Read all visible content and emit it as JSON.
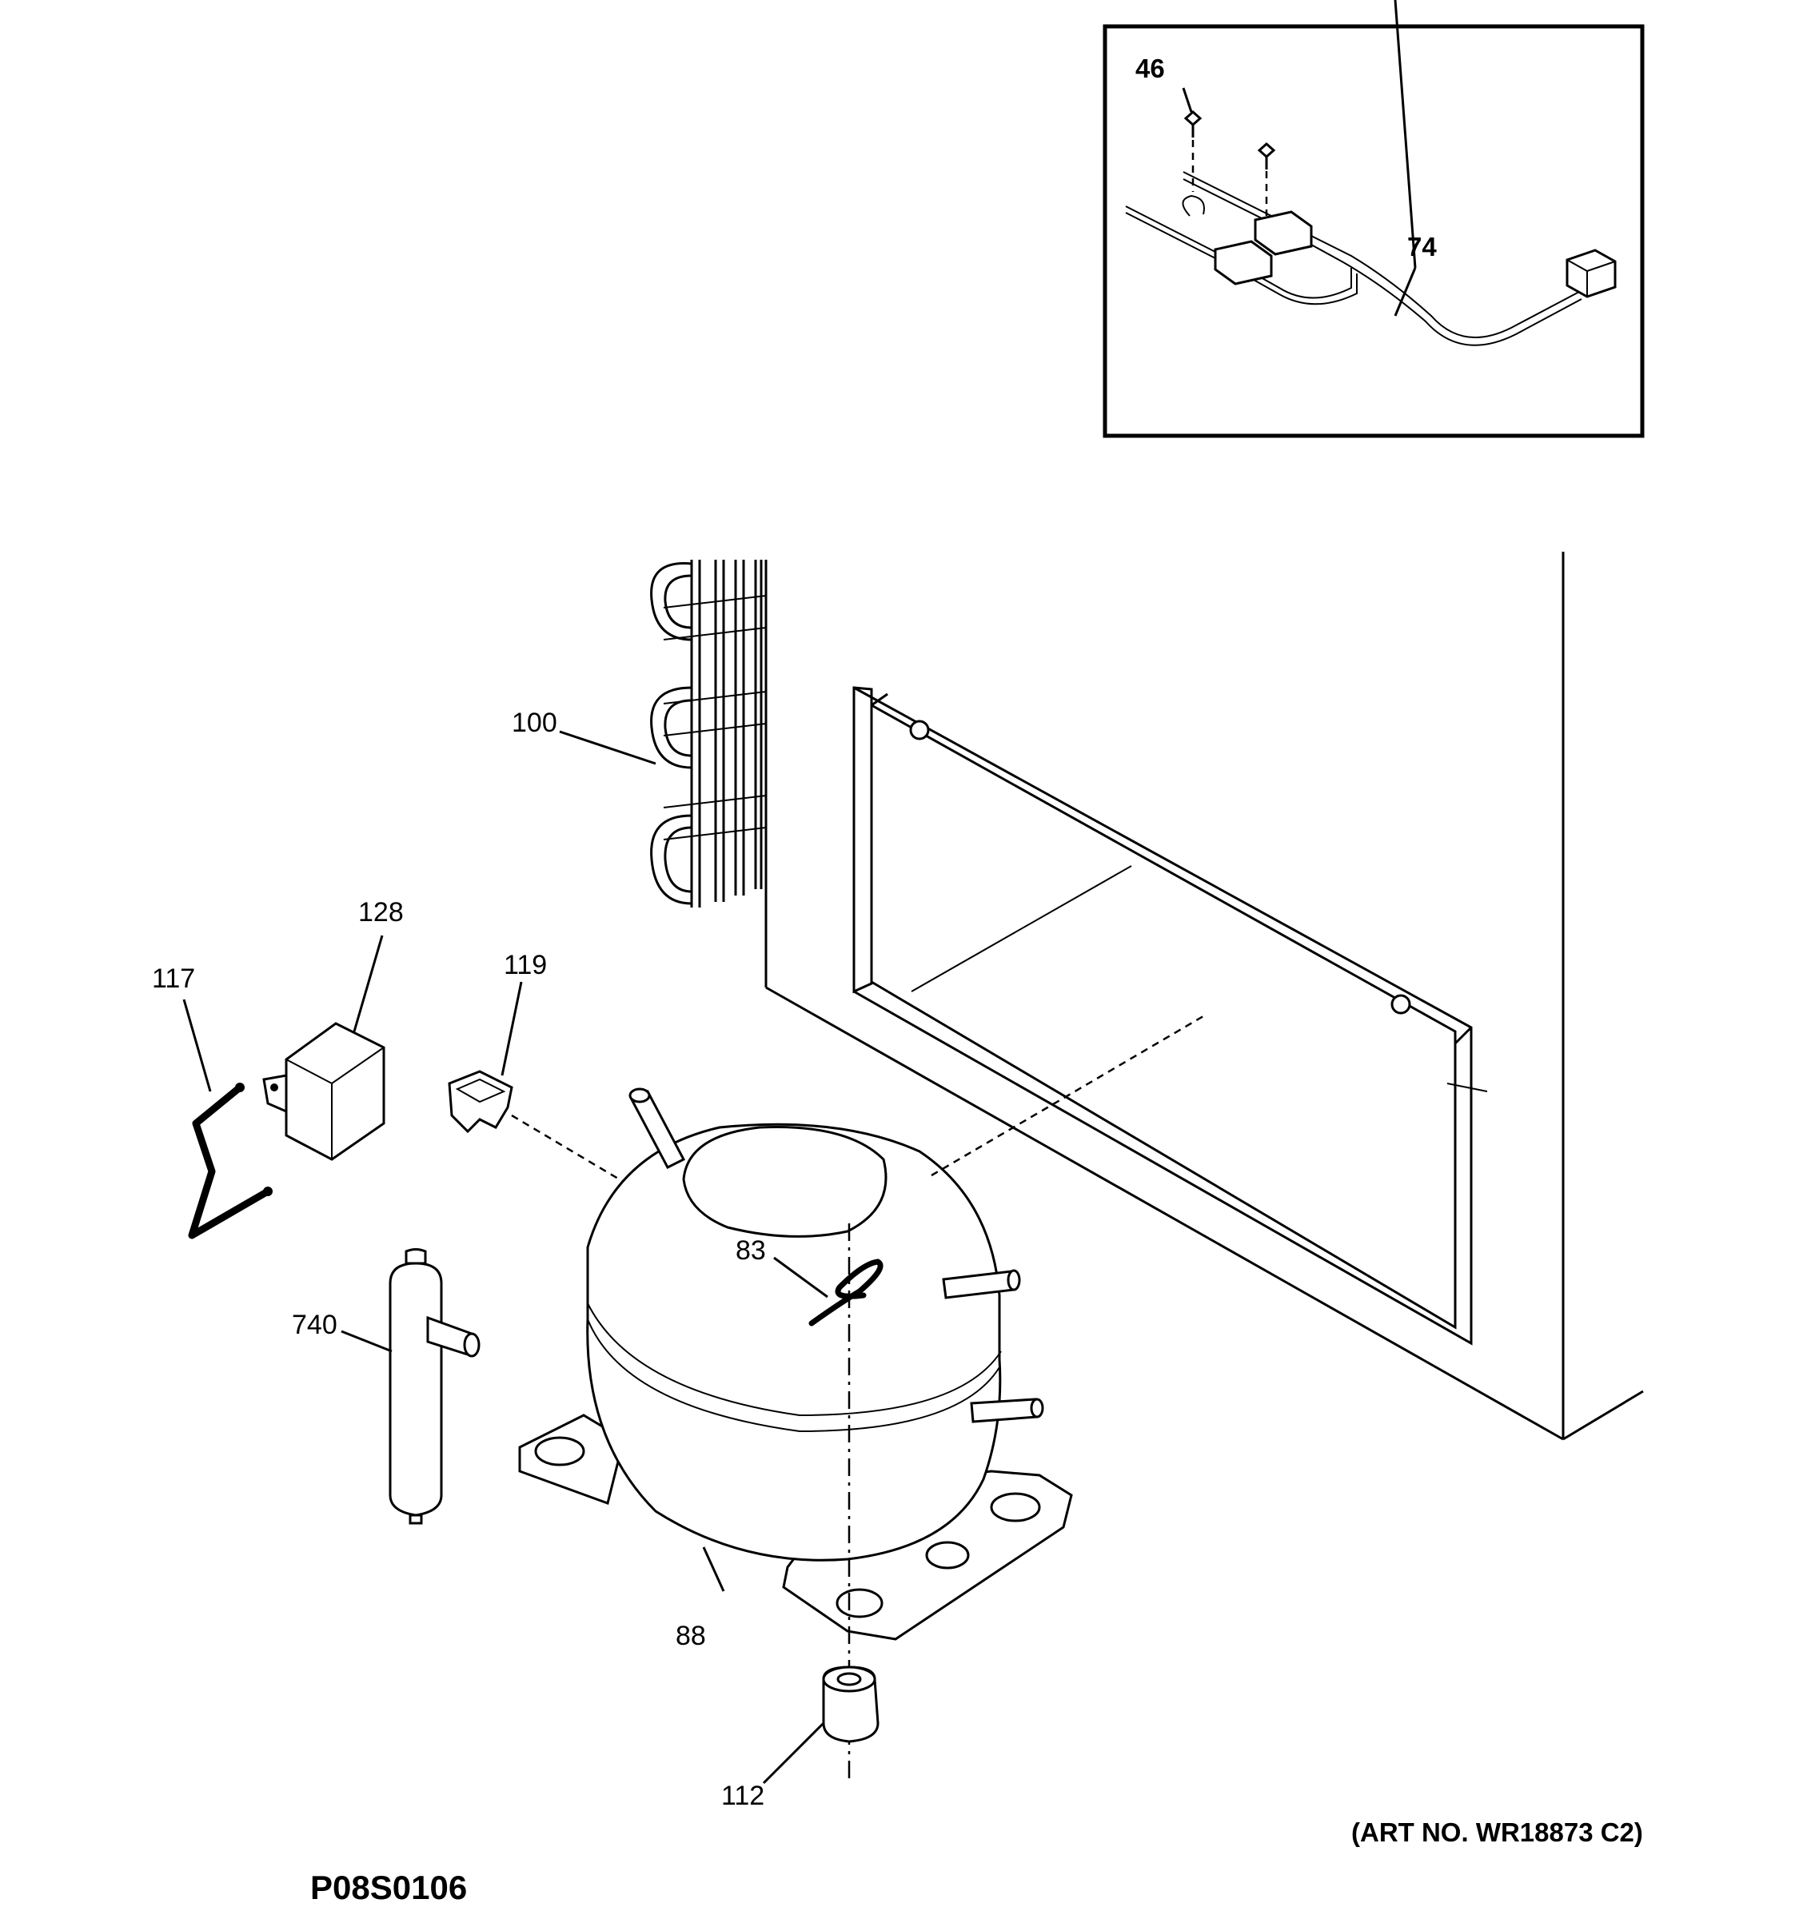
{
  "diagram": {
    "inset_callouts": [
      {
        "id": "46",
        "text": "46"
      },
      {
        "id": "74",
        "text": "74"
      }
    ],
    "callouts": [
      {
        "id": "100",
        "text": "100"
      },
      {
        "id": "128",
        "text": "128"
      },
      {
        "id": "117",
        "text": "117"
      },
      {
        "id": "119",
        "text": "119"
      },
      {
        "id": "83",
        "text": "83"
      },
      {
        "id": "740",
        "text": "740"
      },
      {
        "id": "88",
        "text": "88"
      },
      {
        "id": "112",
        "text": "112"
      }
    ],
    "art_number": "(ART NO. WR18873 C2)",
    "page_code": "P08S0106"
  }
}
